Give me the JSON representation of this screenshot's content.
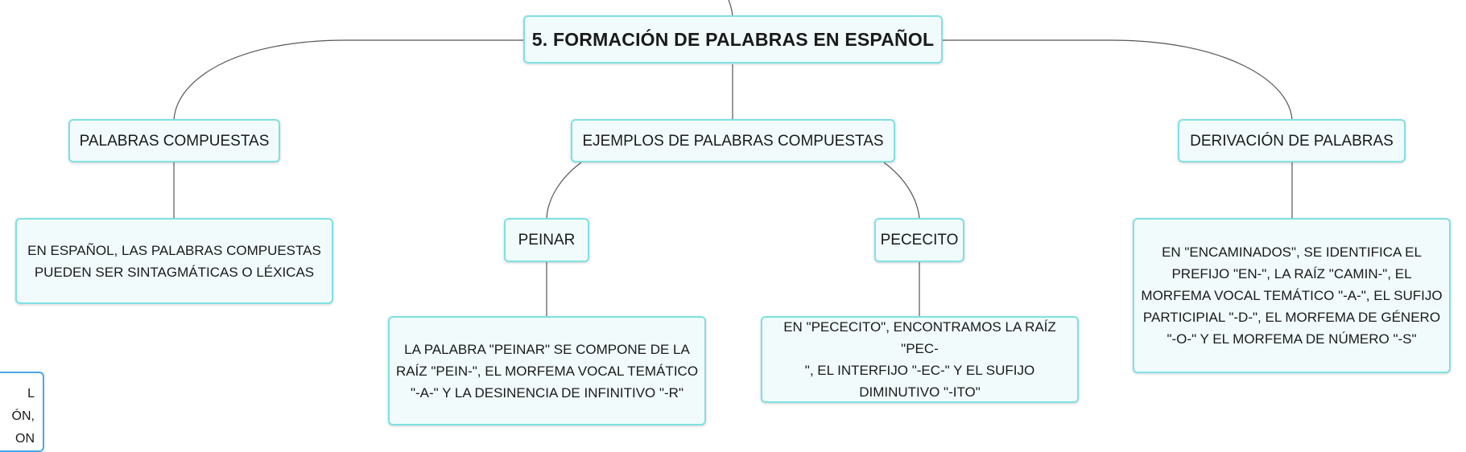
{
  "root": {
    "title": "5. FORMACIÓN DE PALABRAS EN ESPAÑOL"
  },
  "topics": {
    "compuestas": "PALABRAS COMPUESTAS",
    "ejemplos": "EJEMPLOS DE PALABRAS COMPUESTAS",
    "derivacion": "DERIVACIÓN DE PALABRAS"
  },
  "subtopics": {
    "peinar": "PEINAR",
    "pececito": "PECECITO"
  },
  "details": {
    "compuestas_line1": "EN ESPAÑOL, LAS PALABRAS COMPUESTAS",
    "compuestas_line2": "PUEDEN SER SINTAGMÁTICAS O LÉXICAS",
    "peinar_line1": "LA PALABRA \"PEINAR\" SE COMPONE DE LA",
    "peinar_line2": "RAÍZ \"PEIN-\", EL MORFEMA VOCAL TEMÁTICO",
    "peinar_line3": "\"-A-\" Y LA DESINENCIA DE INFINITIVO \"-R\"",
    "pececito_line1": "EN \"PECECITO\", ENCONTRAMOS LA RAÍZ \"PEC-",
    "pececito_line2": "\", EL INTERFIJO \"-EC-\" Y EL SUFIJO",
    "pececito_line3": "DIMINUTIVO \"-ITO\"",
    "derivacion_line1": "EN \"ENCAMINADOS\", SE IDENTIFICA EL",
    "derivacion_line2": "PREFIJO \"EN-\", LA RAÍZ \"CAMIN-\", EL",
    "derivacion_line3": "MORFEMA VOCAL TEMÁTICO \"-A-\", EL SUFIJO",
    "derivacion_line4": "PARTICIPIAL \"-D-\", EL MORFEMA DE GÉNERO",
    "derivacion_line5": "\"-O-\" Y EL MORFEMA DE NÚMERO \"-S\""
  },
  "side_node": {
    "text": "L\nÓN,\nON"
  },
  "colors": {
    "node_border": "#7fe0e3",
    "node_fill": "#f1fbfc",
    "side_border": "#4aa7e6",
    "connector": "#555555"
  }
}
